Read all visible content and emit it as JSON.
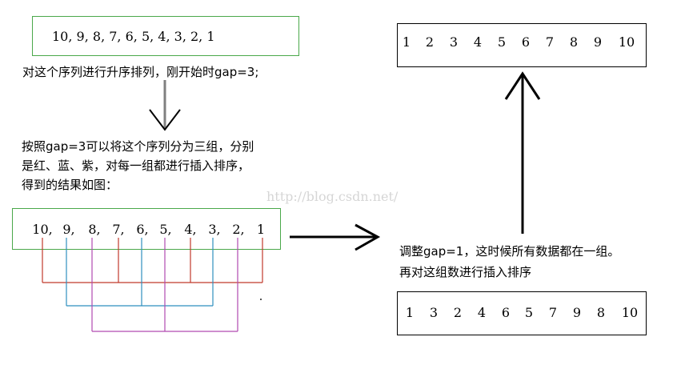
{
  "initial_sequence": "10, 9, 8, 7, 6, 5, 4, 3, 2, 1",
  "caption_start": "对这个序列进行升序排列，刚开始时gap=3;",
  "caption_group": [
    "按照gap=3可以将这个序列分为三组，分别",
    "是红、蓝、紫，对每一组都进行插入排序，",
    "得到的结果如图："
  ],
  "grouped_sequence": [
    "10,",
    "9,",
    "8,",
    "7,",
    "6,",
    "5,",
    "4,",
    "3,",
    "2,",
    "1"
  ],
  "caption_adjust": [
    "调整gap=1，这时候所有数据都在一组。",
    "再对这组数进行插入排序"
  ],
  "middle_sequence": [
    "1",
    "3",
    "2",
    "4",
    "6",
    "5",
    "7",
    "9",
    "8",
    "10"
  ],
  "final_sequence": [
    "1",
    "2",
    "3",
    "4",
    "5",
    "6",
    "7",
    "8",
    "9",
    "10"
  ],
  "watermark": "http://blog.csdn.net/",
  "colors": {
    "red": "#c0392b",
    "blue": "#2e8fbf",
    "purple": "#b04ab0",
    "green_border": "#4aa84a",
    "gray_arrow": "#808080"
  }
}
